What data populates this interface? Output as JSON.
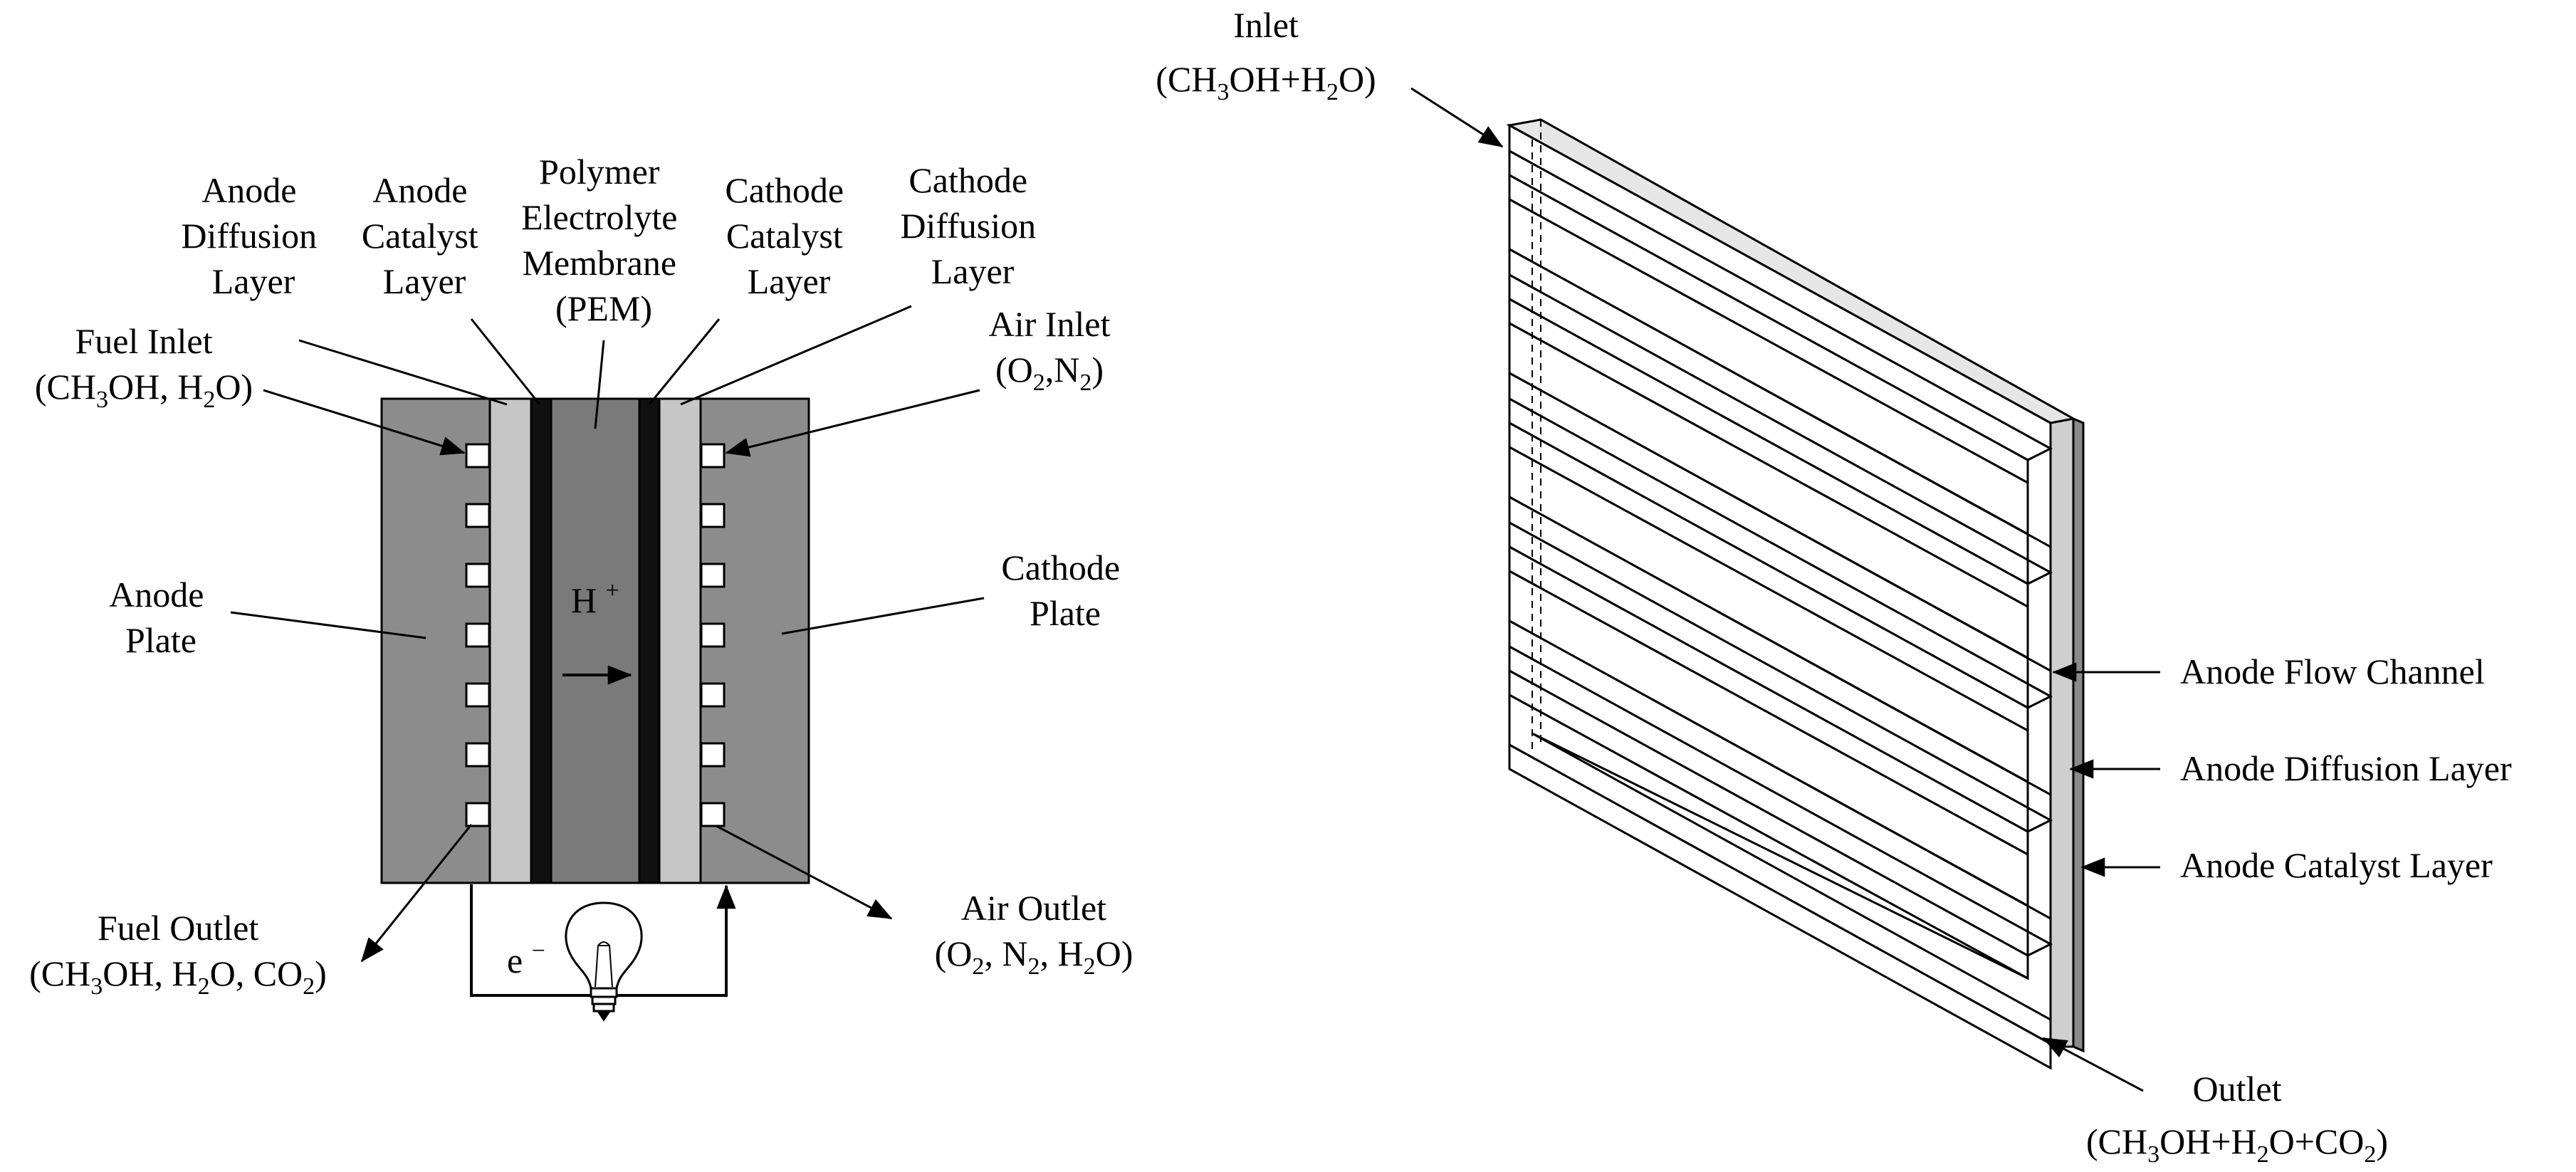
{
  "left_diagram": {
    "labels": {
      "anode_diffusion_layer": [
        "Anode",
        "Diffusion",
        "Layer"
      ],
      "anode_catalyst_layer": [
        "Anode",
        "Catalyst",
        "Layer"
      ],
      "pem": [
        "Polymer",
        "Electrolyte",
        "Membrane",
        "(PEM)"
      ],
      "cathode_catalyst_layer": [
        "Cathode",
        "Catalyst",
        "Layer"
      ],
      "cathode_diffusion_layer": [
        "Cathode",
        "Diffusion",
        "Layer"
      ],
      "fuel_inlet": "Fuel Inlet",
      "fuel_inlet_formula": "(CH3OH, H2O)",
      "air_inlet": "Air Inlet",
      "air_inlet_formula": "(O2,N2)",
      "anode_plate": [
        "Anode",
        "Plate"
      ],
      "cathode_plate": [
        "Cathode",
        "Plate"
      ],
      "proton": "H+",
      "electron": "e−",
      "fuel_outlet": "Fuel Outlet",
      "fuel_outlet_formula": "(CH3OH, H2O, CO2)",
      "air_outlet": "Air Outlet",
      "air_outlet_formula": "(O2, N2, H2O)"
    },
    "colors": {
      "plate": "#8c8c8c",
      "diffusion_layer": "#c6c6c6",
      "catalyst_layer": "#111111",
      "membrane": "#7a7a7a"
    }
  },
  "right_diagram": {
    "labels": {
      "inlet": "Inlet",
      "inlet_formula": "(CH3OH+H2O)",
      "outlet": "Outlet",
      "outlet_formula": "(CH3OH+H2O+CO2)",
      "anode_flow_channel": "Anode Flow Channel",
      "anode_diffusion_layer": "Anode Diffusion Layer",
      "anode_catalyst_layer": "Anode Catalyst Layer"
    }
  }
}
